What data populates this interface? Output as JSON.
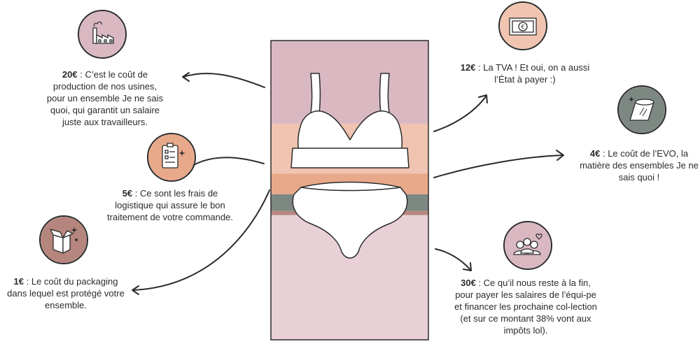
{
  "items": [
    {
      "key": "production",
      "amount": "20€",
      "text": " : C’est le coût de production de nos usines, pour un ensemble Je ne sais quoi, qui garantit un salaire juste aux travailleurs.",
      "icon": "factory-icon",
      "color": "#d9b8c2"
    },
    {
      "key": "logistics",
      "amount": "5€",
      "text": " : Ce sont les frais de logistique qui assure le bon traitement de votre commande.",
      "icon": "clipboard-icon",
      "color": "#e8a98a"
    },
    {
      "key": "packaging",
      "amount": "1€",
      "text": " : Le coût du packaging dans lequel est protégé votre ensemble.",
      "icon": "box-icon",
      "color": "#b6867e"
    },
    {
      "key": "vat",
      "amount": "12€",
      "text": " : La TVA ! Et oui, on a aussi l’État à payer :)",
      "icon": "banknote-icon",
      "color": "#f0c4b0"
    },
    {
      "key": "fabric",
      "amount": "4€",
      "text": " : Le coût de l’EVO, la matière des ensembles Je ne sais quoi !",
      "icon": "fabric-roll-icon",
      "color": "#7e8883"
    },
    {
      "key": "margin",
      "amount": "30€",
      "text": " : Ce qu’il nous reste à la fin, pour payer les salaires de l’équi-pe et financer les prochaine col-lection (et sur ce montant 38% vont aux impôts lol).",
      "icon": "team-icon",
      "color": "#d9b8c2"
    }
  ],
  "bands": [
    {
      "name": "production",
      "value": 20,
      "color": "#d9b8c2"
    },
    {
      "name": "vat",
      "value": 12,
      "color": "#f0c4b0"
    },
    {
      "name": "logistics",
      "value": 5,
      "color": "#e8a98a"
    },
    {
      "name": "fabric",
      "value": 4,
      "color": "#7e8883"
    },
    {
      "name": "packaging",
      "value": 1,
      "color": "#b6867e"
    },
    {
      "name": "margin",
      "value": 30,
      "color": "#e9cfd6"
    }
  ]
}
